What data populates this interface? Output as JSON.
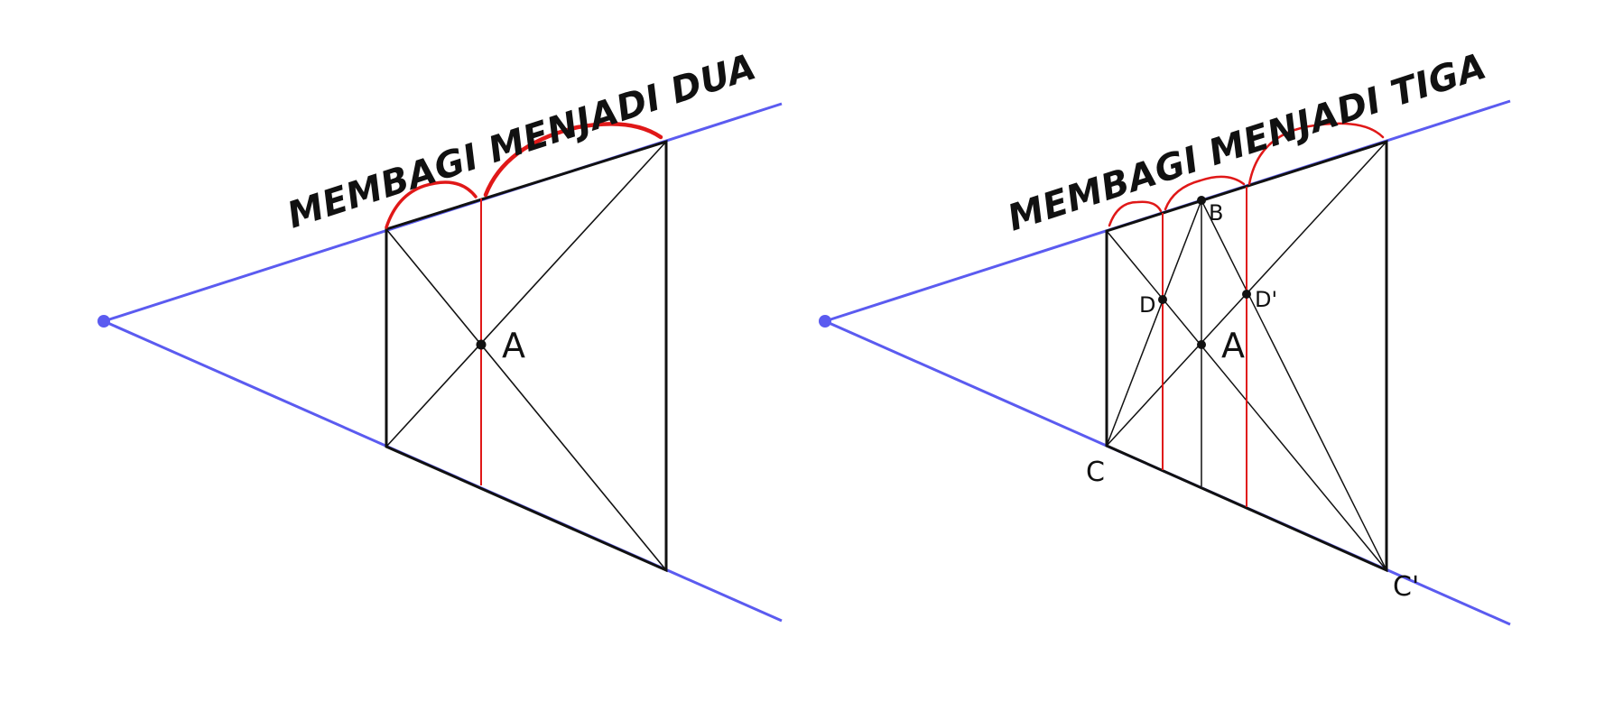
{
  "colors": {
    "perspective_line": "#5b5bf0",
    "construction_line": "#111111",
    "division_line": "#e01818",
    "text": "#111111",
    "background": "#ffffff"
  },
  "diagrams": [
    {
      "title": "MEMBAGI MENJADI DUA",
      "labels": {
        "center": "A"
      }
    },
    {
      "title": "MEMBAGI MENJADI TIGA",
      "labels": {
        "center": "A",
        "top_mid": "B",
        "left_third": "D",
        "right_third": "D'",
        "bottom_left": "C",
        "bottom_right": "C'"
      }
    }
  ]
}
